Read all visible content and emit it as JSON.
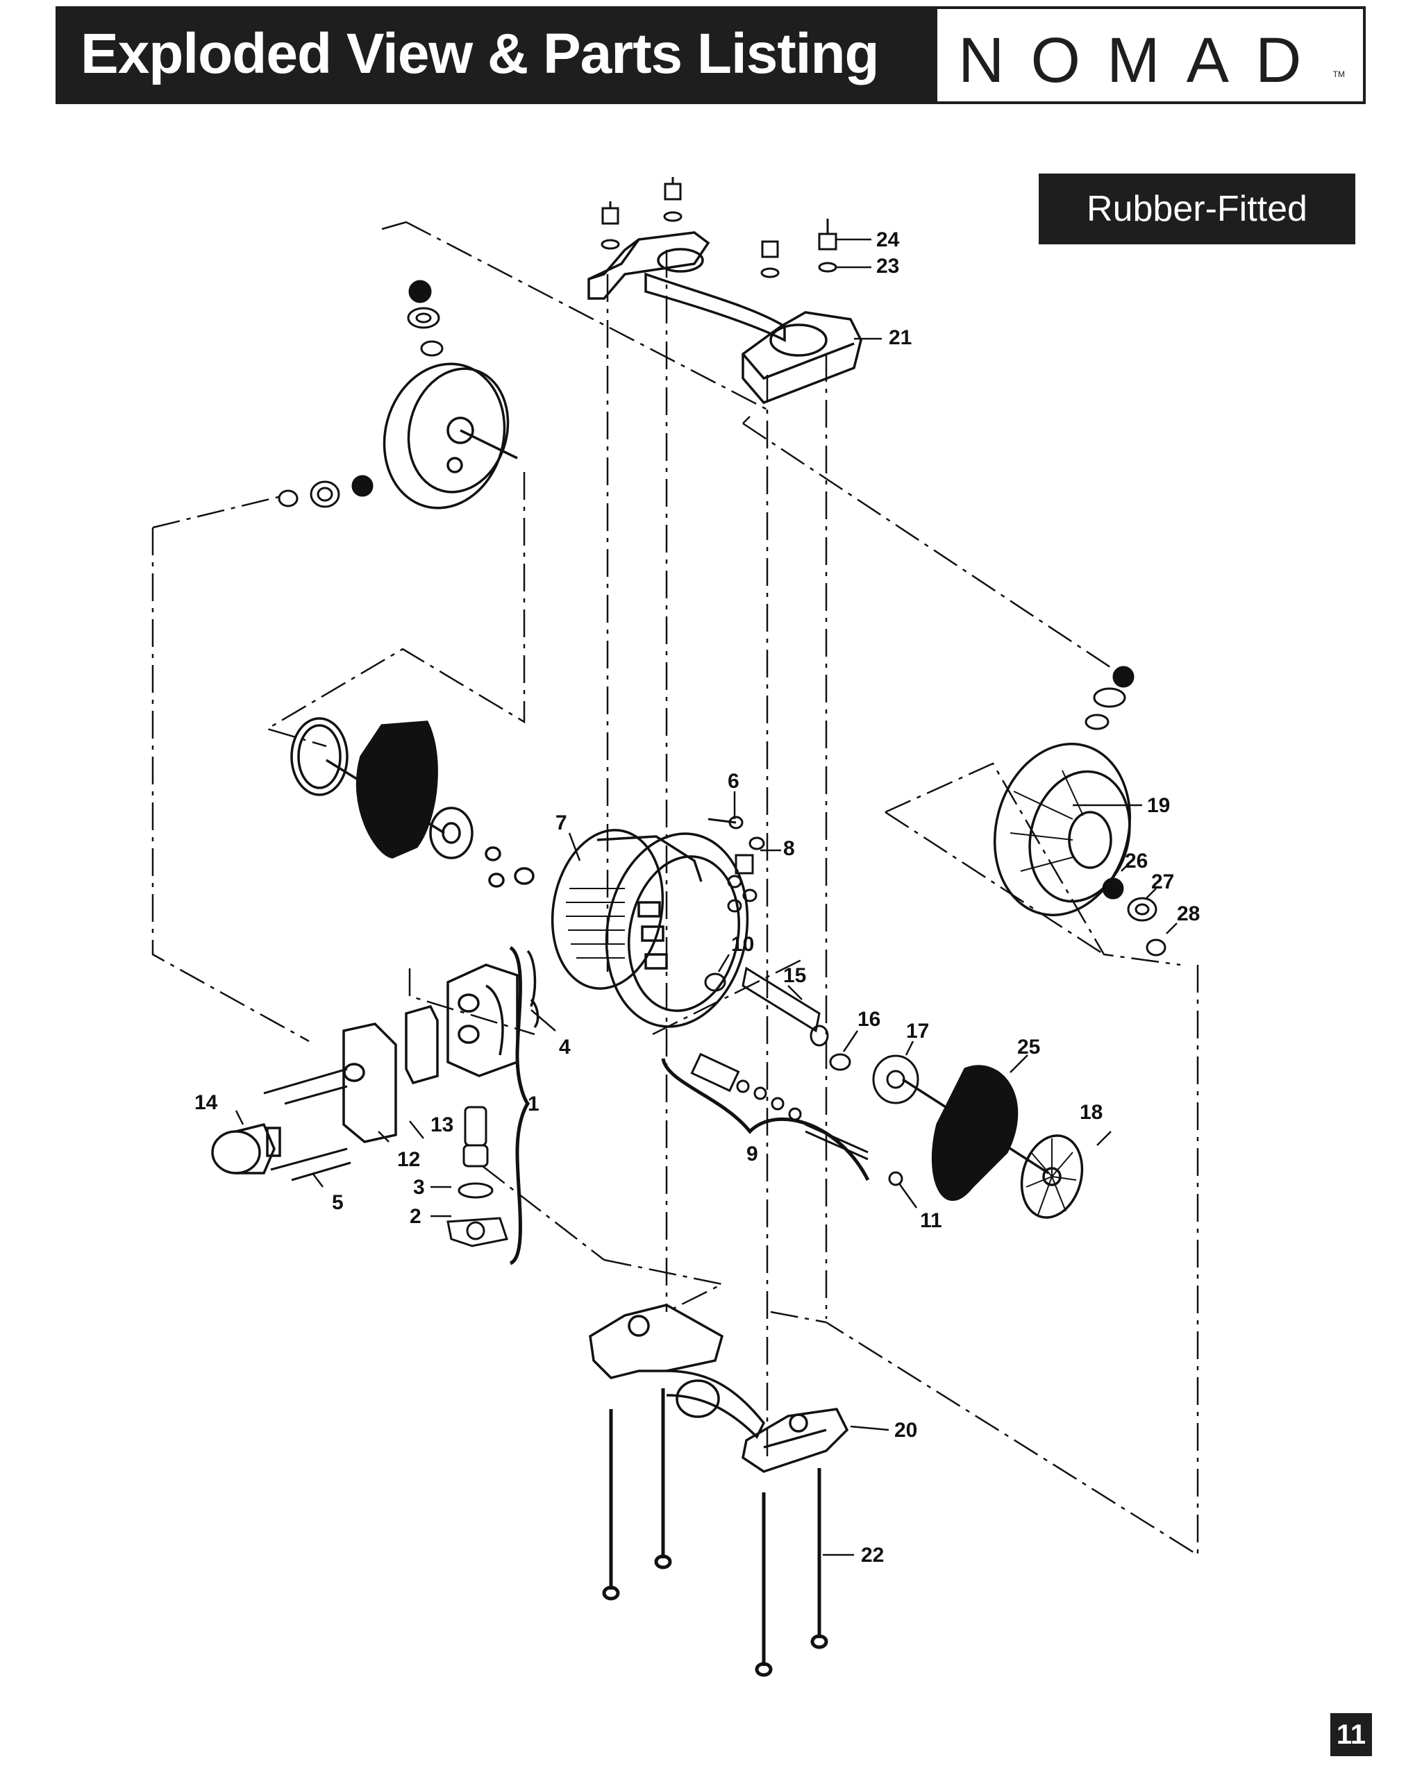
{
  "header": {
    "title": "Exploded View & Parts Listing",
    "logo": "NOMAD",
    "logo_tm": "TM"
  },
  "variant": "Rubber-Fitted",
  "page_number": "11",
  "callouts": {
    "c1": "1",
    "c2": "2",
    "c3": "3",
    "c4": "4",
    "c5": "5",
    "c6": "6",
    "c7": "7",
    "c8": "8",
    "c9": "9",
    "c10": "10",
    "c11a": "11",
    "c11b": "11",
    "c12": "12",
    "c13": "13",
    "c14": "14",
    "c15": "15",
    "c16": "16",
    "c17": "17",
    "c18": "18",
    "c19": "19",
    "c20": "20",
    "c21": "21",
    "c22": "22",
    "c23": "23",
    "c24": "24",
    "c25": "25",
    "c26": "26",
    "c27": "27",
    "c28": "28"
  },
  "colors": {
    "ink": "#111111",
    "bar": "#1e1e1e",
    "background": "#ffffff"
  }
}
